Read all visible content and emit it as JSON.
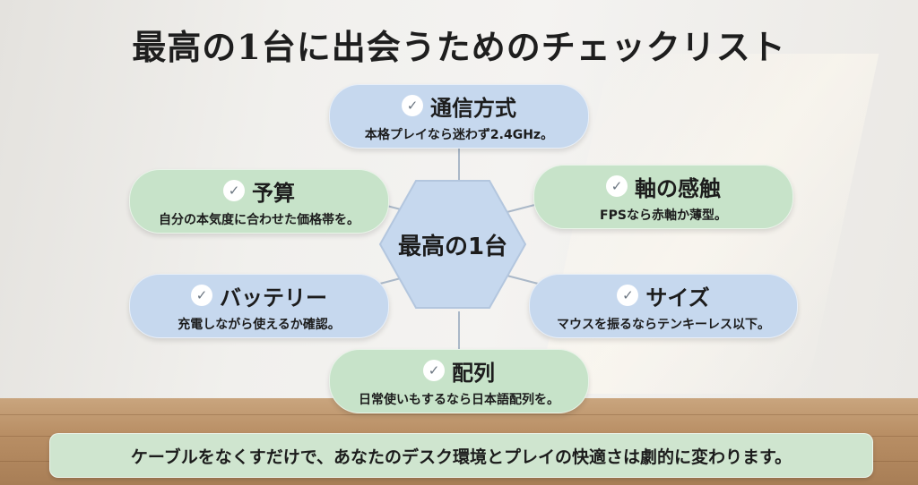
{
  "title": "最高の1台に出会うためのチェックリスト",
  "center": "最高の1台",
  "cards": [
    {
      "title": "通信方式",
      "desc": "本格プレイなら迷わず2.4GHz。",
      "color": "blue"
    },
    {
      "title": "予算",
      "desc": "自分の本気度に合わせた価格帯を。",
      "color": "green"
    },
    {
      "title": "軸の感触",
      "desc": "FPSなら赤軸か薄型。",
      "color": "green"
    },
    {
      "title": "バッテリー",
      "desc": "充電しながら使えるか確認。",
      "color": "blue"
    },
    {
      "title": "サイズ",
      "desc": "マウスを振るならテンキーレス以下。",
      "color": "blue"
    },
    {
      "title": "配列",
      "desc": "日常使いもするなら日本語配列を。",
      "color": "green"
    }
  ],
  "check_icon": "check-circle-icon",
  "colors": {
    "blue_card": "#c6d8ee",
    "green_card": "#c7e3c9",
    "hexagon": "#c6d8ee",
    "bottom_bar": "#cfe5cf"
  },
  "bottom_message": "ケーブルをなくすだけで、あなたのデスク環境とプレイの快適さは劇的に変わります。"
}
